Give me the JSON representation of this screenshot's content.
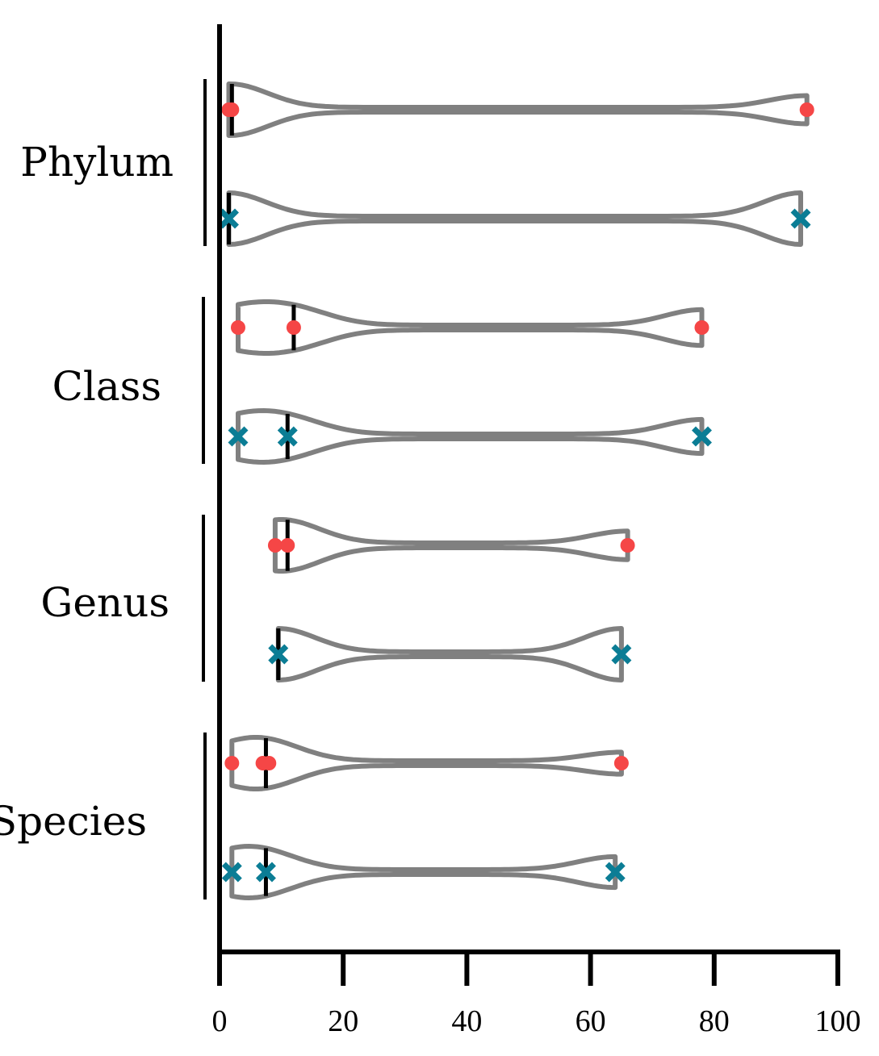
{
  "chart_data": {
    "type": "violin",
    "orientation": "horizontal",
    "categories": [
      "Phylum",
      "Class",
      "Genus",
      "Species"
    ],
    "xlim": [
      0,
      100
    ],
    "x_ticks": [
      0,
      20,
      40,
      60,
      80,
      100
    ],
    "grid": false,
    "series_styles": [
      {
        "key": "red",
        "marker": "circle",
        "color": "#f54646"
      },
      {
        "key": "teal",
        "marker": "x",
        "color": "#0b7d95"
      }
    ],
    "violin_outline_color": "#808080",
    "median_color": "#000000",
    "groups": [
      {
        "category": "Phylum",
        "violins": [
          {
            "series": "red",
            "points": [
              1.5,
              2,
              95
            ],
            "median": 2
          },
          {
            "series": "teal",
            "points": [
              1.5,
              94
            ],
            "median": 1.5
          }
        ]
      },
      {
        "category": "Class",
        "violins": [
          {
            "series": "red",
            "points": [
              3,
              12,
              78
            ],
            "median": 12
          },
          {
            "series": "teal",
            "points": [
              3,
              11,
              78
            ],
            "median": 11
          }
        ]
      },
      {
        "category": "Genus",
        "violins": [
          {
            "series": "red",
            "points": [
              9,
              11,
              66
            ],
            "median": 11
          },
          {
            "series": "teal",
            "points": [
              9.5,
              65
            ],
            "median": 9.5
          }
        ]
      },
      {
        "category": "Species",
        "violins": [
          {
            "series": "red",
            "points": [
              2,
              7,
              8,
              65
            ],
            "median": 7.5
          },
          {
            "series": "teal",
            "points": [
              2,
              7.5,
              64
            ],
            "median": 7.5
          }
        ]
      }
    ]
  }
}
